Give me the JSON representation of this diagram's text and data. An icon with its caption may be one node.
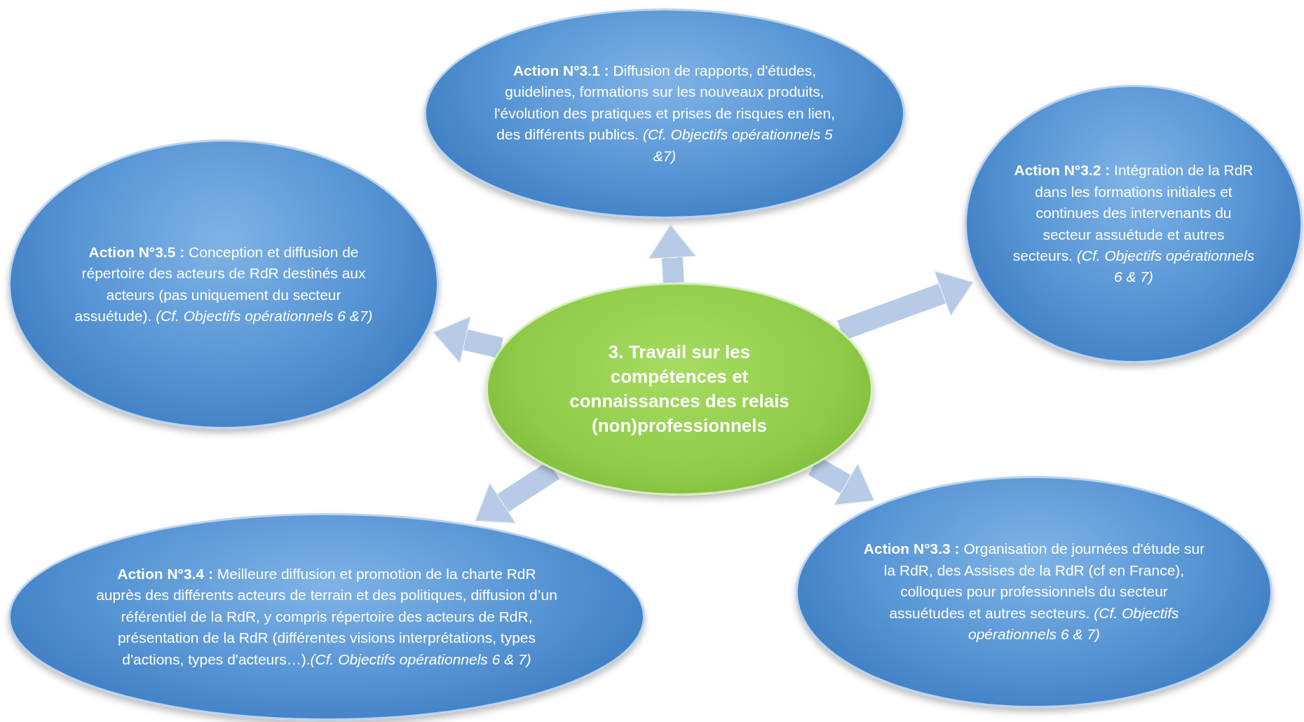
{
  "diagram": {
    "nodes": [
      {
        "text": [
          "3. Travail sur les compétences et connaissances des relais (non)professionnels"
        ]
      },
      {
        "text": [
          "**Action N°3.1 :** Diffusion de rapports, d'études, guidelines, formations sur les nouveaux produits, l'évolution des pratiques et prises de risques en lien, des différents publics. *(Cf. Objectifs opérationnels 5 &7)*"
        ]
      },
      {
        "text": [
          "**Action N°3.2 :** Intégration de la RdR dans les formations initiales et continues des intervenants du secteur assuétude et autres secteurs. *(Cf. Objectifs opérationnels 6 & 7)*"
        ]
      },
      {
        "text": [
          "**Action N°3.3 :** Organisation de journées d'étude sur la RdR, des Assises de la RdR (cf en France), colloques pour professionnels du secteur assuétudes et autres secteurs. *(Cf. Objectifs opérationnels 6 & 7)*"
        ]
      },
      {
        "text": [
          "**Action N°3.4 :** Meilleure diffusion et promotion de la charte RdR auprès des différents acteurs de terrain et des politiques, diffusion d’un référentiel de la RdR, y compris répertoire des acteurs de RdR, présentation de la RdR (différentes visions interprétations, types d'actions, types d'acteurs…).*(Cf. Objectifs opérationnels 6 & 7)*"
        ]
      },
      {
        "text": [
          "**Action N°3.5 :** Conception et diffusion de répertoire des acteurs de RdR destinés aux acteurs (pas uniquement du secteur assuétude). *(Cf. Objectifs opérationnels 6 &7)*"
        ]
      }
    ],
    "edges": [
      {
        "from": 0,
        "to": 1,
        "arrow": "to"
      },
      {
        "from": 0,
        "to": 2,
        "arrow": "to"
      },
      {
        "from": 0,
        "to": 3,
        "arrow": "to"
      },
      {
        "from": 0,
        "to": 4,
        "arrow": "to"
      },
      {
        "from": 0,
        "to": 5,
        "arrow": "to"
      }
    ]
  }
}
